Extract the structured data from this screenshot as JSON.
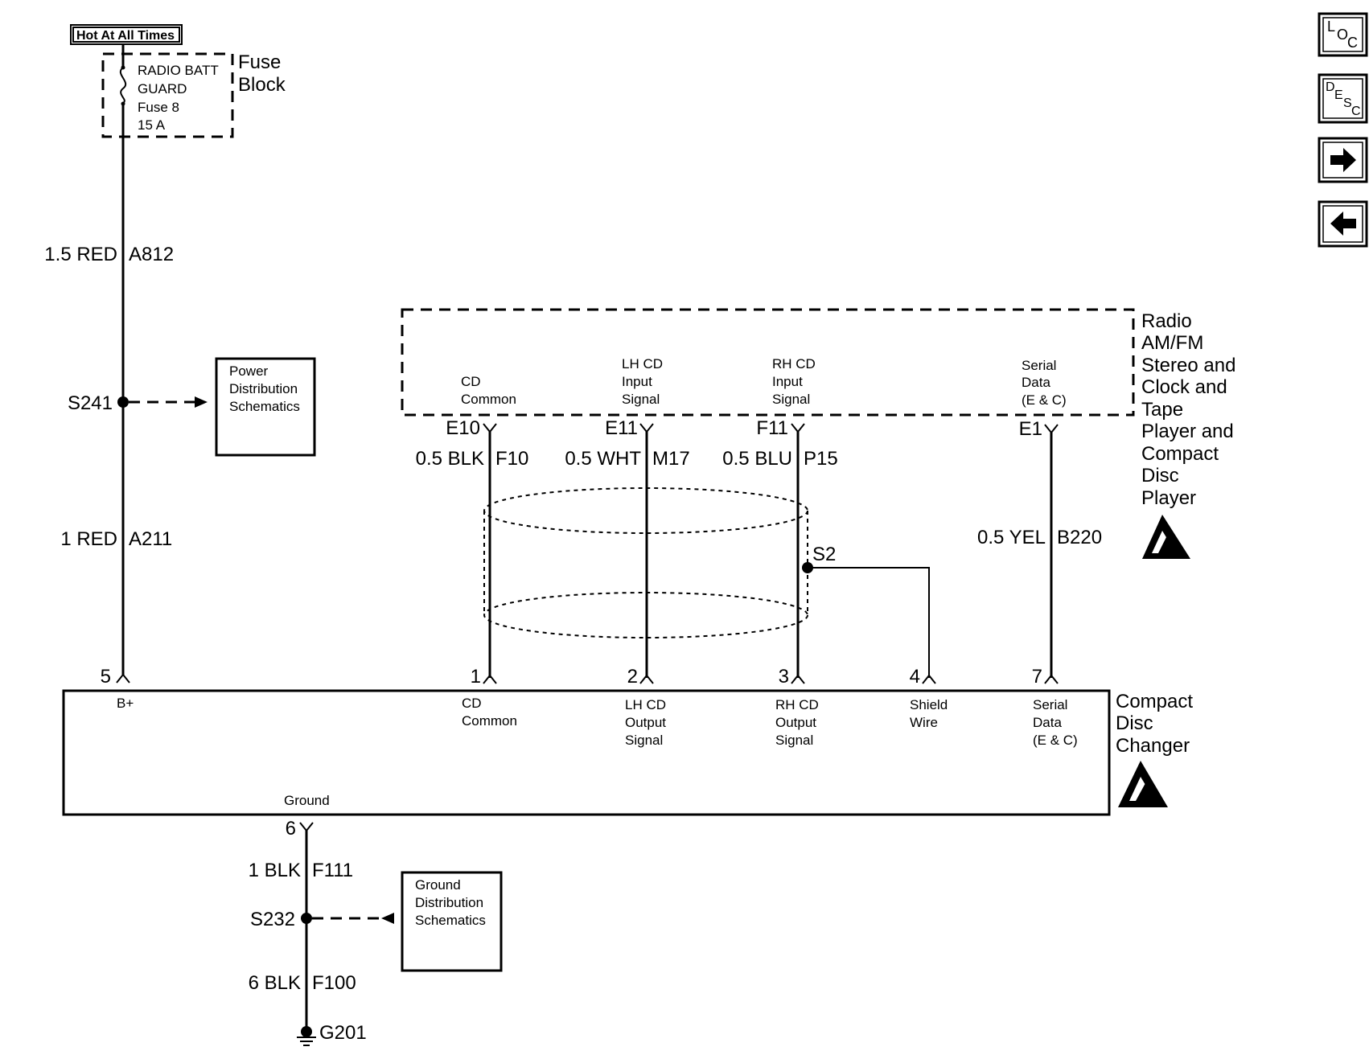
{
  "hot_label": "Hot At All Times",
  "fuse_block": {
    "title_line1": "Fuse",
    "title_line2": "Block",
    "fuse_name_line1": "RADIO BATT",
    "fuse_name_line2": "GUARD",
    "fuse_number": "Fuse 8",
    "fuse_rating": "15 A"
  },
  "wires": {
    "a812_gauge": "1.5 RED",
    "a812_circuit": "A812",
    "a211_gauge": "1 RED",
    "a211_circuit": "A211",
    "f10_gauge": "0.5 BLK",
    "f10_circuit": "F10",
    "m17_gauge": "0.5 WHT",
    "m17_circuit": "M17",
    "p15_gauge": "0.5 BLU",
    "p15_circuit": "P15",
    "b220_gauge": "0.5 YEL",
    "b220_circuit": "B220",
    "f111_gauge": "1 BLK",
    "f111_circuit": "F111",
    "f100_gauge": "6 BLK",
    "f100_circuit": "F100"
  },
  "splices": {
    "s241": "S241",
    "s2": "S2",
    "s232": "S232"
  },
  "ground": "G201",
  "power_dist": {
    "line1": "Power",
    "line2": "Distribution",
    "line3": "Schematics"
  },
  "ground_dist": {
    "line1": "Ground",
    "line2": "Distribution",
    "line3": "Schematics"
  },
  "radio": {
    "name_lines": [
      "Radio",
      "AM/FM",
      "Stereo and",
      "Clock and",
      "Tape",
      "Player and",
      "Compact",
      "Disc",
      "Player"
    ],
    "pins": {
      "cd_common": {
        "connector": "E10",
        "line1": "CD",
        "line2": "Common"
      },
      "lh_input": {
        "connector": "E11",
        "line1": "LH CD",
        "line2": "Input",
        "line3": "Signal"
      },
      "rh_input": {
        "connector": "F11",
        "line1": "RH CD",
        "line2": "Input",
        "line3": "Signal"
      },
      "serial": {
        "connector": "E1",
        "line1": "Serial",
        "line2": "Data",
        "line3": "(E & C)"
      }
    }
  },
  "changer": {
    "name_lines": [
      "Compact",
      "Disc",
      "Changer"
    ],
    "pins": {
      "p5": {
        "num": "5",
        "label": "B+"
      },
      "p1": {
        "num": "1",
        "line1": "CD",
        "line2": "Common"
      },
      "p2": {
        "num": "2",
        "line1": "LH CD",
        "line2": "Output",
        "line3": "Signal"
      },
      "p3": {
        "num": "3",
        "line1": "RH CD",
        "line2": "Output",
        "line3": "Signal"
      },
      "p4": {
        "num": "4",
        "line1": "Shield",
        "line2": "Wire"
      },
      "p7": {
        "num": "7",
        "line1": "Serial",
        "line2": "Data",
        "line3": "(E & C)"
      },
      "p6": {
        "num": "6",
        "label": "Ground"
      }
    }
  },
  "nav": {
    "loc": {
      "l": "L",
      "o": "O",
      "c": "C"
    },
    "desc": {
      "d": "D",
      "e": "E",
      "s": "S",
      "c": "C"
    },
    "forward": "forward-arrow-icon",
    "back": "back-arrow-icon"
  }
}
